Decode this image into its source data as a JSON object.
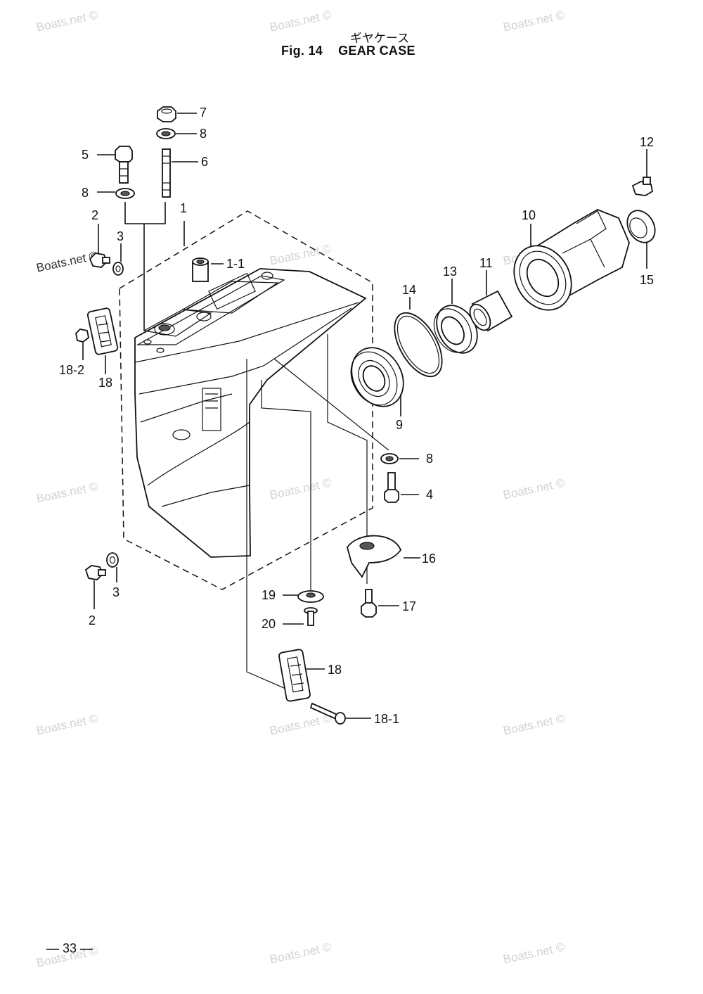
{
  "title": {
    "japanese": "ギヤケース",
    "figure": "Fig. 14",
    "name": "GEAR CASE"
  },
  "watermark": "Boats.net ©",
  "page_number": "— 33 —",
  "callouts": {
    "p1": "1",
    "p1_1": "1-1",
    "p2a": "2",
    "p2b": "2",
    "p3a": "3",
    "p3b": "3",
    "p4": "4",
    "p5": "5",
    "p6": "6",
    "p7": "7",
    "p8a": "8",
    "p8b": "8",
    "p8c": "8",
    "p9": "9",
    "p10": "10",
    "p11": "11",
    "p12": "12",
    "p13": "13",
    "p14": "14",
    "p15": "15",
    "p16": "16",
    "p17": "17",
    "p18a": "18",
    "p18b": "18",
    "p18_1": "18-1",
    "p18_2": "18-2",
    "p19": "19",
    "p20": "20"
  }
}
